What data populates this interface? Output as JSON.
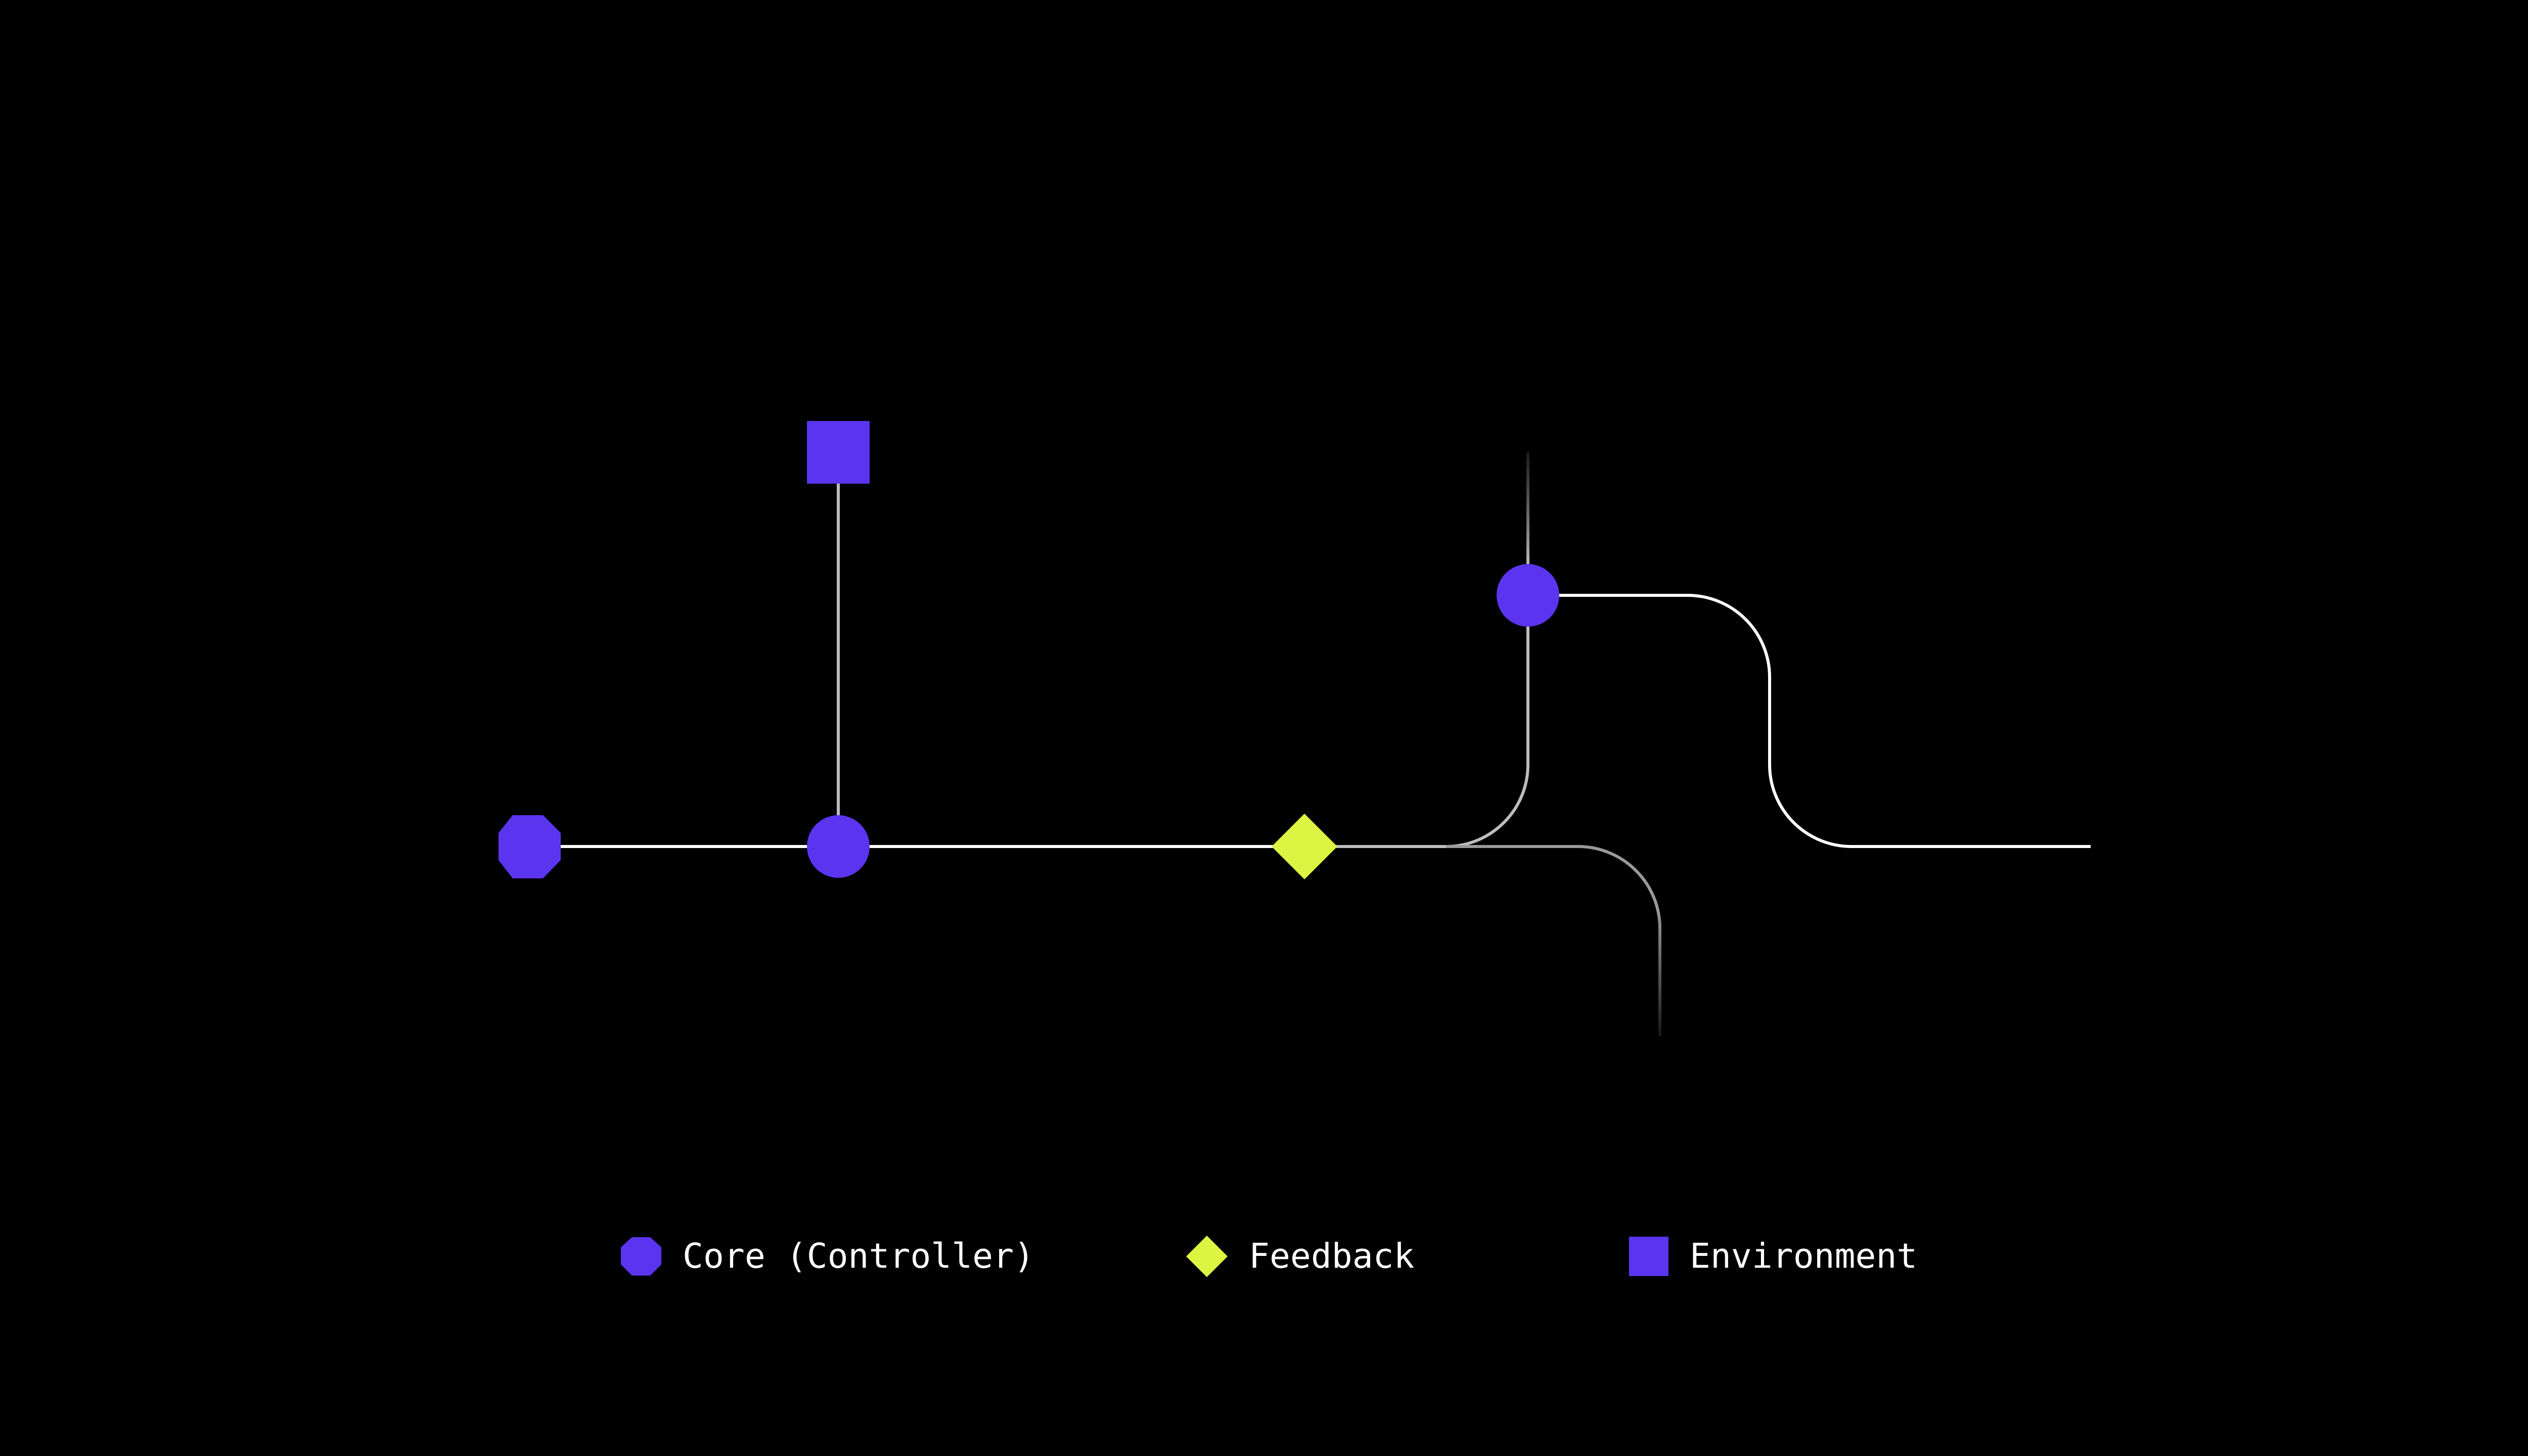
{
  "colors": {
    "background": "#000000",
    "core": "#5b34f0",
    "feedback": "#dcf542",
    "environment": "#5b34f0",
    "line_primary": "#ffffff",
    "line_secondary": "#bdbdbd",
    "line_faded": "#7a7a7a"
  },
  "legend": {
    "core": {
      "label": "Core (Controller)",
      "icon": "octagon-icon"
    },
    "feedback": {
      "label": "Feedback",
      "icon": "diamond-icon"
    },
    "environment": {
      "label": "Environment",
      "icon": "square-icon"
    }
  }
}
